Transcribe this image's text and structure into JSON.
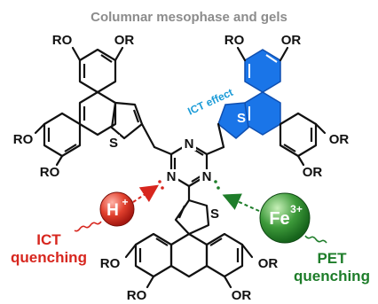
{
  "title": "Columnar mesophase and gels",
  "substituent": "RO",
  "substituent_right": "OR",
  "sulfur": "S",
  "nitrogen": "N",
  "ict_effect_label": "ICT effect",
  "proton_label": "H",
  "proton_charge": "+",
  "iron_label": "Fe",
  "iron_charge": "3+",
  "ict_quenching": [
    "ICT",
    "quenching"
  ],
  "pet_quenching": [
    "PET",
    "quenching"
  ],
  "colors": {
    "blue_highlight": "#1a75e8",
    "ict_text": "#1a9bd7",
    "red": "#d7261e",
    "green": "#1e7d2a",
    "title_gray": "#8c8c8c"
  }
}
